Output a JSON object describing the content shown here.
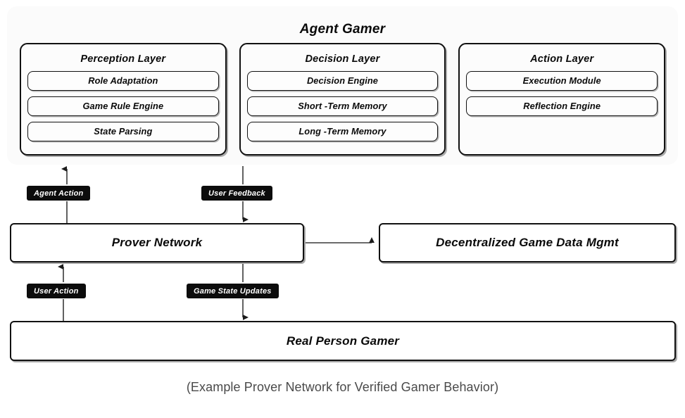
{
  "diagram": {
    "caption": "(Example Prover Network for Verified Gamer Behavior)",
    "agent_gamer": {
      "title": "Agent Gamer",
      "layers": [
        {
          "title": "Perception Layer",
          "items": [
            "Role Adaptation",
            "Game Rule Engine",
            "State Parsing"
          ]
        },
        {
          "title": "Decision Layer",
          "items": [
            "Decision Engine",
            "Short -Term Memory",
            "Long -Term Memory"
          ]
        },
        {
          "title": "Action Layer",
          "items": [
            "Execution Module",
            "Reflection Engine"
          ]
        }
      ]
    },
    "nodes": {
      "prover_network": "Prover Network",
      "data_mgmt": "Decentralized Game Data Mgmt",
      "real_person": "Real Person Gamer"
    },
    "edge_labels": {
      "agent_action": "Agent Action",
      "user_feedback": "User Feedback",
      "user_action": "User Action",
      "game_state_updates": "Game State Updates"
    },
    "colors": {
      "stroke": "#111111",
      "chip_bg": "#0c0c0c",
      "chip_text": "#ffffff",
      "shell_bg": "#fbfbfb",
      "caption_text": "#4a4a4a",
      "page_bg": "#ffffff"
    }
  }
}
